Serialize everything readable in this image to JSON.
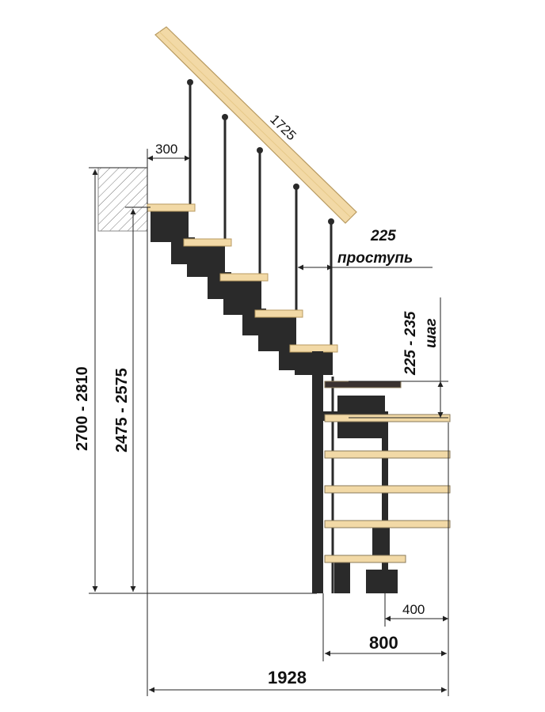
{
  "dimensions": {
    "rail_length": "1725",
    "top_offset": "300",
    "tread_depth": "225",
    "tread_label": "проступь",
    "step_height": "225 - 235",
    "step_label": "шаг",
    "total_height": "2700 - 2810",
    "floor_height": "2475 - 2575",
    "bottom_offset": "400",
    "lower_width": "800",
    "total_length": "1928"
  },
  "colors": {
    "wood": "#f2d9a6",
    "wood_edge": "#b89a60",
    "metal": "#2a2a2a",
    "dark_tread": "#3a3230",
    "slab_hatch": "#777777"
  }
}
